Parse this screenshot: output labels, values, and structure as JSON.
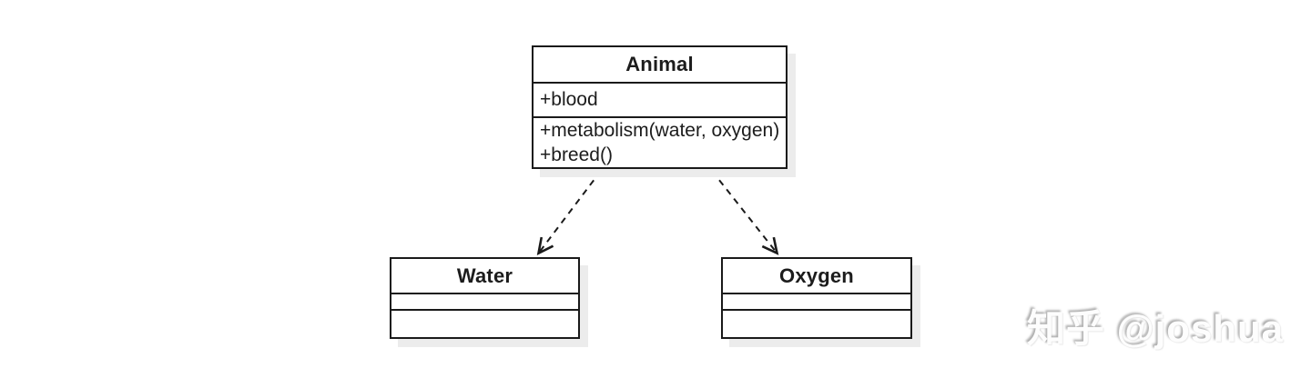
{
  "diagram": {
    "type": "uml-class-diagram",
    "colors": {
      "stroke": "#1a1a1a",
      "fill": "#ffffff",
      "shadow": "#ececec",
      "background": "#ffffff"
    },
    "classes": [
      {
        "name": "Animal",
        "attributes": [
          "+blood"
        ],
        "methods": [
          "+metabolism(water, oxygen)",
          "+breed()"
        ]
      },
      {
        "name": "Water",
        "attributes": [],
        "methods": []
      },
      {
        "name": "Oxygen",
        "attributes": [],
        "methods": []
      }
    ],
    "relations": [
      {
        "from": "Animal",
        "to": "Water",
        "type": "dependency",
        "line": "dashed",
        "arrowhead": "open"
      },
      {
        "from": "Animal",
        "to": "Oxygen",
        "type": "dependency",
        "line": "dashed",
        "arrowhead": "open"
      }
    ]
  },
  "watermark": {
    "text": "知乎 @joshua",
    "color": "#d9d9d9"
  }
}
